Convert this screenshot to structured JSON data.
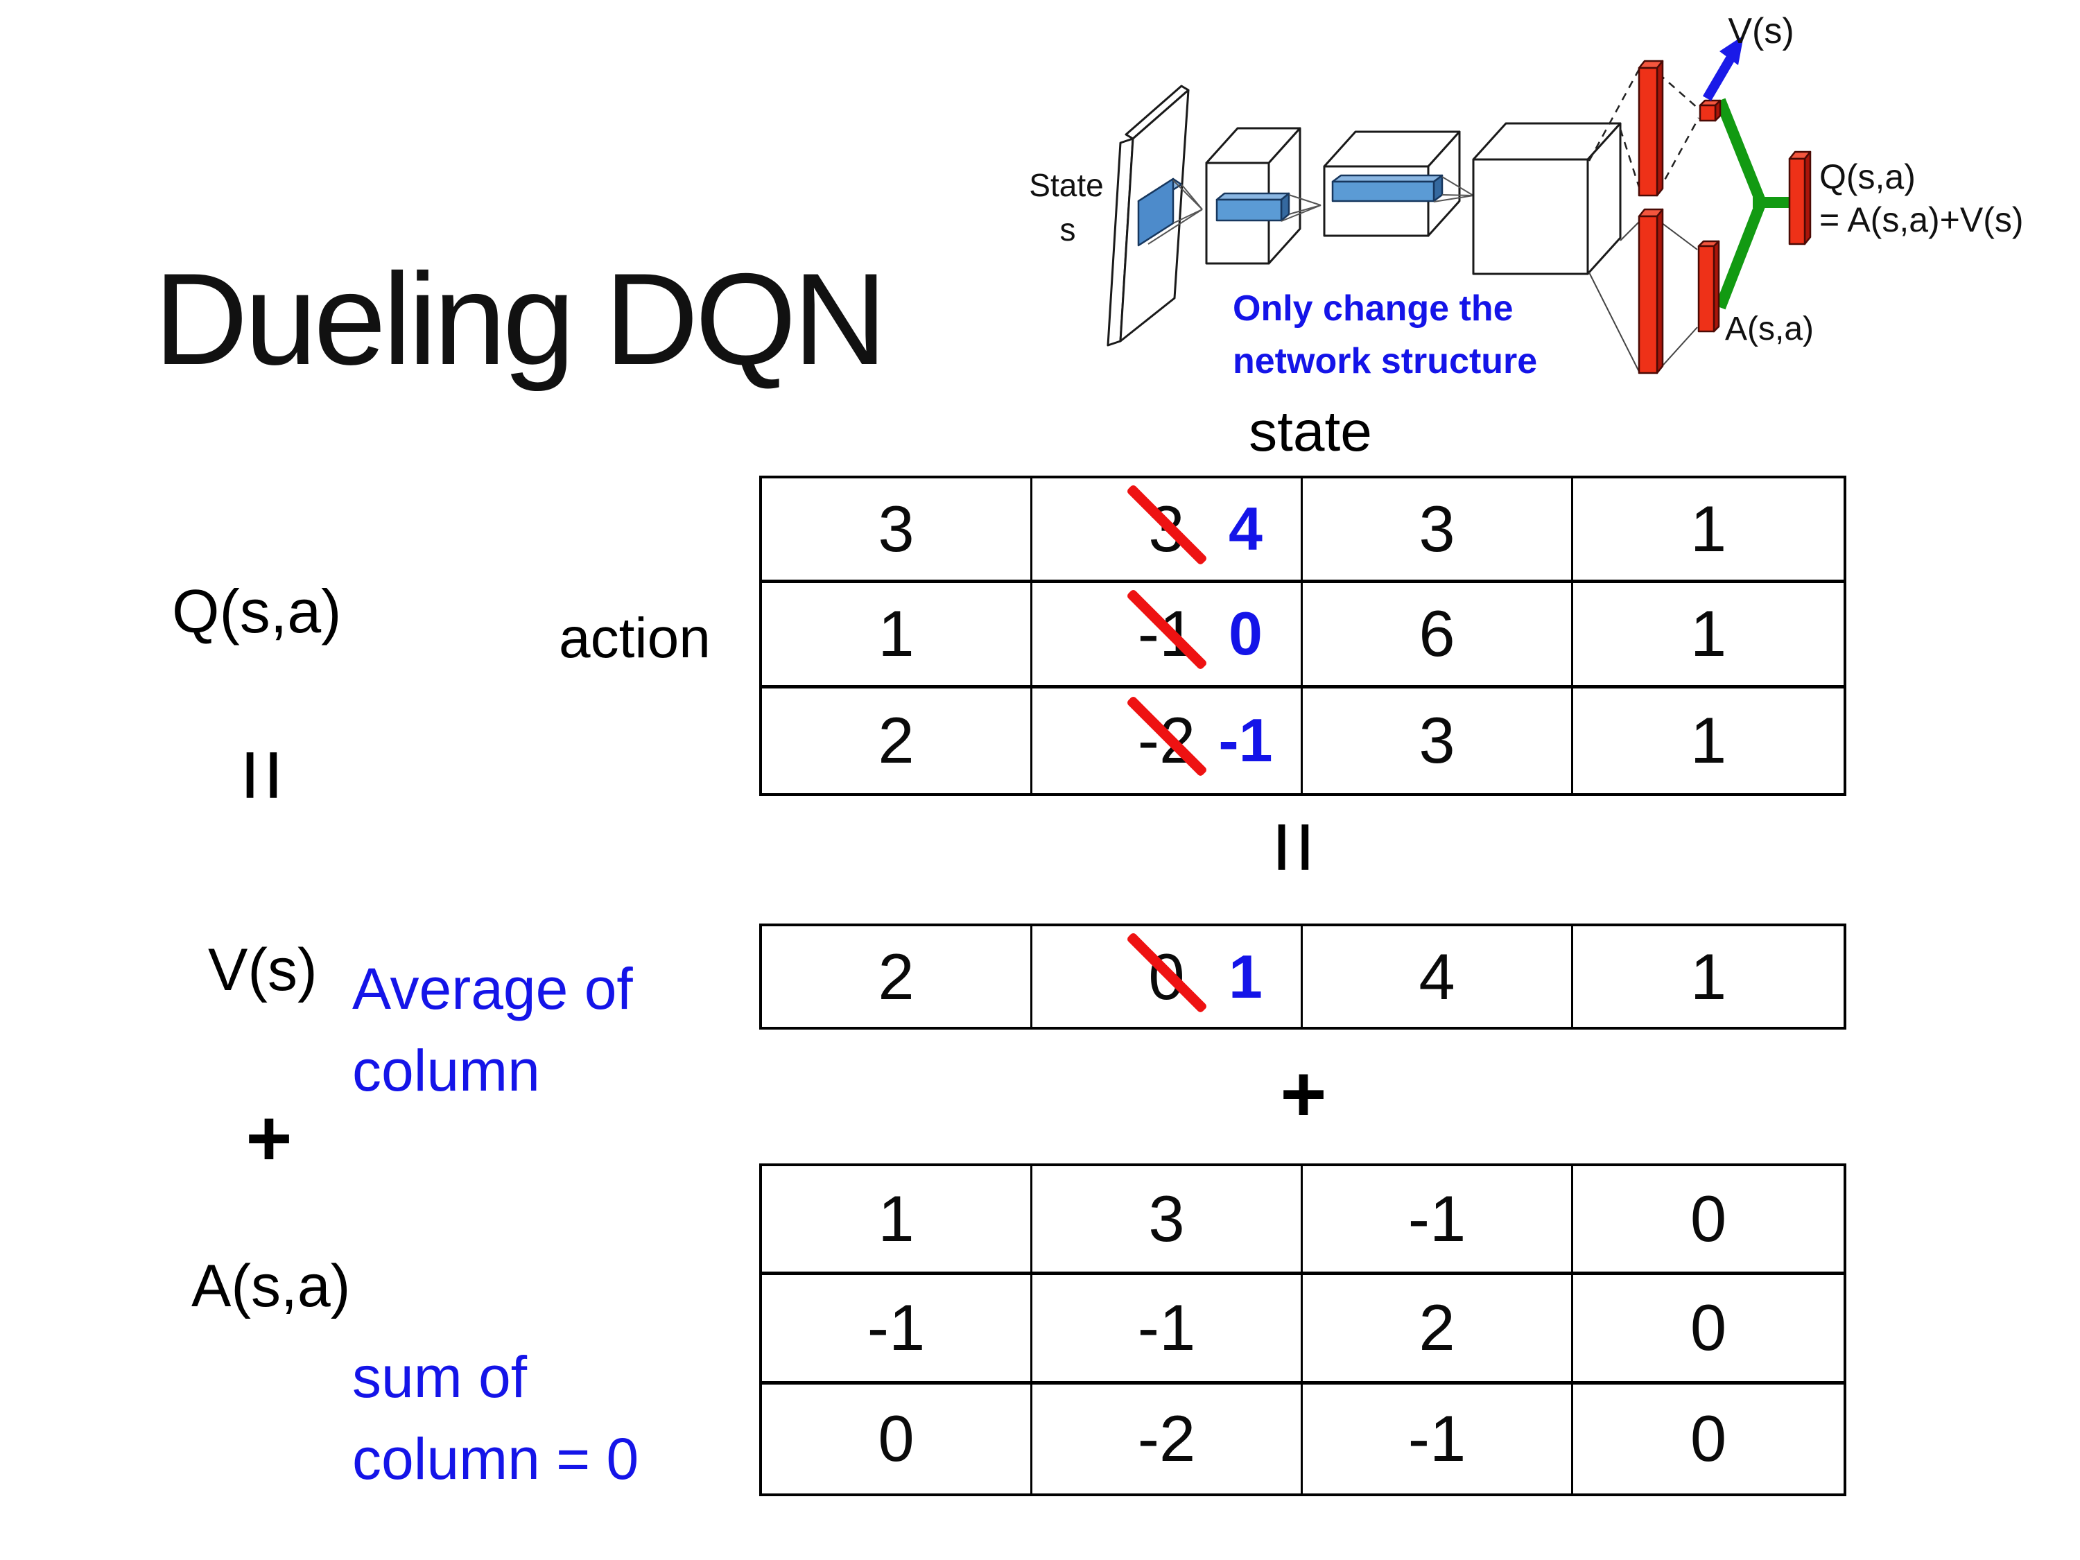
{
  "title": "Dueling DQN",
  "colors": {
    "accent_blue": "#1414e8",
    "strike_red": "#ee1212",
    "bar_red": "#ee3118",
    "merge_green": "#129a12",
    "feature_blue": "#5b9bd5"
  },
  "diagram": {
    "state_line1": "State",
    "state_line2": "s",
    "v_label": "V(s)",
    "a_label": "A(s,a)",
    "q_label": "Q(s,a)",
    "q_formula": "= A(s,a)+V(s)",
    "note_line1": "Only change the",
    "note_line2": "network structure"
  },
  "matrix": {
    "state_label": "state",
    "action_label": "action",
    "q_label": "Q(s,a)",
    "equals_left": "=",
    "equals_center": "=",
    "v_label": "V(s)",
    "plus_left": "+",
    "plus_center": "+",
    "a_label": "A(s,a)",
    "avg_note_line1": "Average of",
    "avg_note_line2": "column",
    "sum_note_line1": "sum of",
    "sum_note_line2": "column = 0",
    "q_table": {
      "rows": [
        {
          "c0": "3",
          "old": "3",
          "new": "4",
          "c2": "3",
          "c3": "1"
        },
        {
          "c0": "1",
          "old": "-1",
          "new": "0",
          "c2": "6",
          "c3": "1"
        },
        {
          "c0": "2",
          "old": "-2",
          "new": "-1",
          "c2": "3",
          "c3": "1"
        }
      ]
    },
    "v_row": {
      "c0": "2",
      "old": "0",
      "new": "1",
      "c2": "4",
      "c3": "1"
    },
    "a_table": {
      "rows": [
        [
          "1",
          "3",
          "-1",
          "0"
        ],
        [
          "-1",
          "-1",
          "2",
          "0"
        ],
        [
          "0",
          "-2",
          "-1",
          "0"
        ]
      ]
    }
  }
}
